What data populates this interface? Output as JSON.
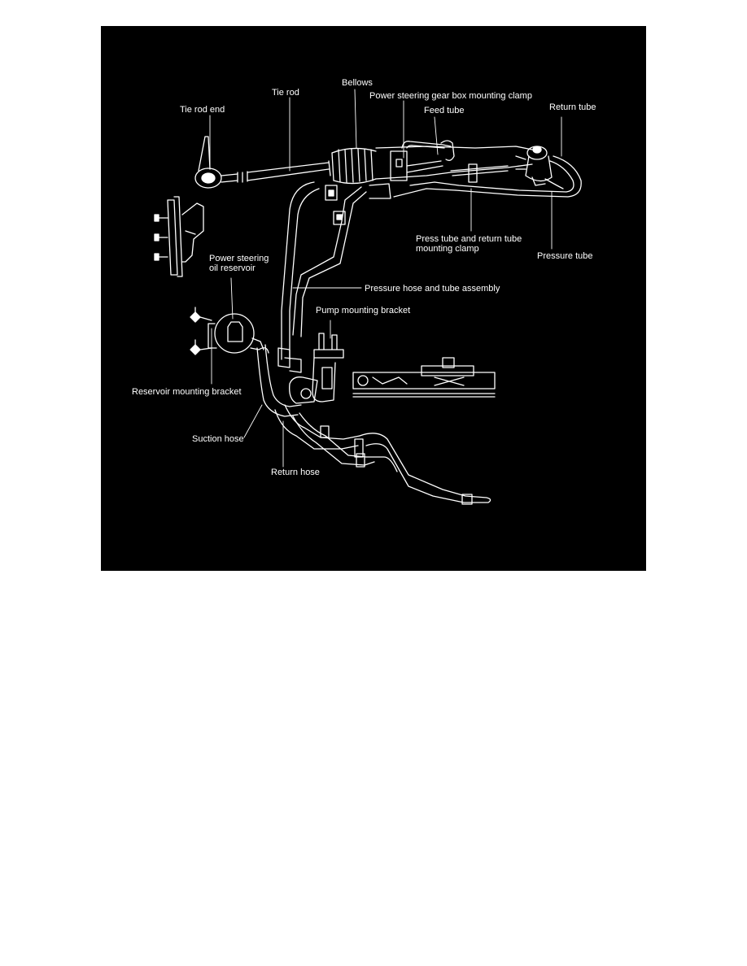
{
  "figure": {
    "background": "#000000",
    "line_color": "#ffffff",
    "labels": {
      "bellows": "Bellows",
      "tie_rod": "Tie rod",
      "gear_box_clamp": "Power steering gear box mounting clamp",
      "tie_rod_end": "Tie rod end",
      "feed_tube": "Feed tube",
      "return_tube": "Return tube",
      "press_return_clamp": "Press tube and return tube\nmounting clamp",
      "pressure_tube": "Pressure tube",
      "reservoir": "Power steering\noil reservoir",
      "pressure_hose": "Pressure hose and tube assembly",
      "pump_bracket": "Pump mounting bracket",
      "reservoir_bracket": "Reservoir mounting bracket",
      "suction_hose": "Suction hose",
      "return_hose": "Return hose"
    }
  }
}
